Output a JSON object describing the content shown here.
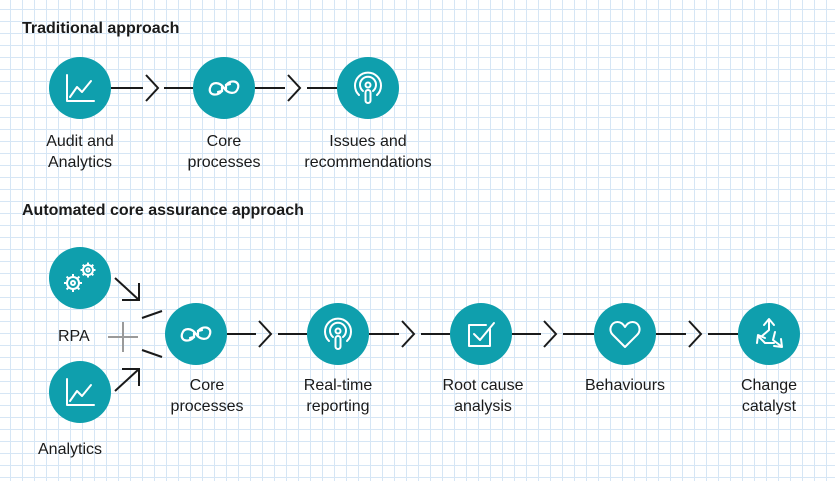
{
  "traditional": {
    "heading": "Traditional approach",
    "steps": [
      {
        "icon": "analytics-chart-icon",
        "line1": "Audit and",
        "line2": "Analytics"
      },
      {
        "icon": "infinity-loop-icon",
        "line1": "Core",
        "line2": "processes"
      },
      {
        "icon": "broadcast-person-icon",
        "line1": "Issues and",
        "line2": "recommendations"
      }
    ]
  },
  "automated": {
    "heading": "Automated core assurance approach",
    "inputs": [
      {
        "icon": "gears-icon",
        "label": "RPA"
      },
      {
        "icon": "analytics-chart-icon",
        "label": "Analytics"
      }
    ],
    "plus_icon": "plus-icon",
    "steps": [
      {
        "icon": "infinity-loop-icon",
        "line1": "Core",
        "line2": "processes"
      },
      {
        "icon": "broadcast-person-icon",
        "line1": "Real-time",
        "line2": "reporting"
      },
      {
        "icon": "checkbox-icon",
        "line1": "Root cause",
        "line2": "analysis"
      },
      {
        "icon": "heart-icon",
        "line1": "Behaviours",
        "line2": ""
      },
      {
        "icon": "recycle-arrows-icon",
        "line1": "Change",
        "line2": "catalyst"
      }
    ]
  },
  "colors": {
    "circle": "#0f9fad",
    "connector": "#1a1a1a",
    "grid": "#d6e6f5"
  }
}
